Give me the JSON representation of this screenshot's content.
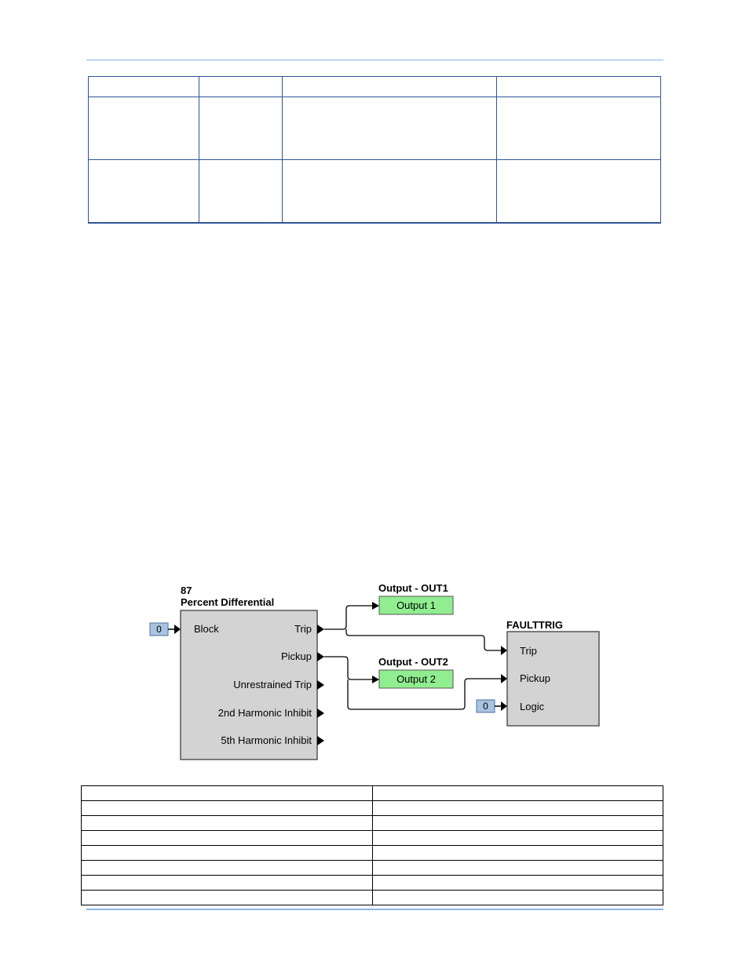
{
  "diagram": {
    "block87": {
      "number": "87",
      "name": "Percent Differential",
      "input": "Block",
      "outputs": [
        "Trip",
        "Pickup",
        "Unrestrained Trip",
        "2nd Harmonic Inhibit",
        "5th Harmonic Inhibit"
      ]
    },
    "constant_block": "0",
    "constant_logic": "0",
    "out1": {
      "title": "Output - OUT1",
      "label": "Output 1"
    },
    "out2": {
      "title": "Output - OUT2",
      "label": "Output 2"
    },
    "faulttrig": {
      "title": "FAULTTRIG",
      "inputs": [
        "Trip",
        "Pickup",
        "Logic"
      ]
    },
    "colors": {
      "block_fill": "#d3d3d3",
      "output_fill": "#90ee90",
      "const_fill": "#a9c4e0"
    }
  },
  "top_table": {
    "rows": 3,
    "cols": 4
  },
  "bottom_table": {
    "rows": 8,
    "cols": 2
  }
}
